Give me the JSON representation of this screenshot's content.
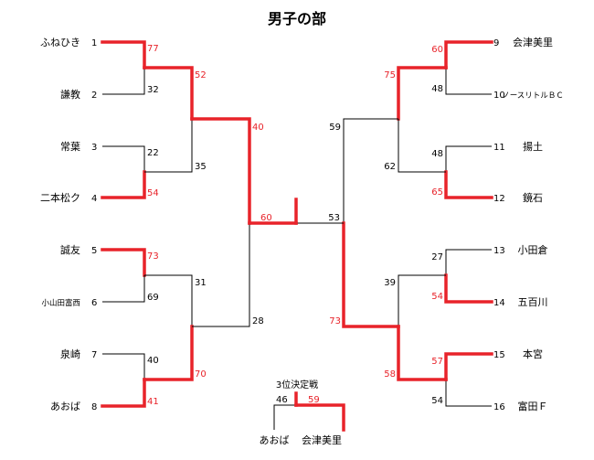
{
  "title": "男子の部",
  "colors": {
    "winner": "#e8232a",
    "loser": "#000000"
  },
  "left_teams": [
    {
      "seed": "1",
      "name": "ふねひき"
    },
    {
      "seed": "2",
      "name": "謙教"
    },
    {
      "seed": "3",
      "name": "常葉"
    },
    {
      "seed": "4",
      "name": "二本松ク"
    },
    {
      "seed": "5",
      "name": "誠友"
    },
    {
      "seed": "6",
      "name": "小山田富西"
    },
    {
      "seed": "7",
      "name": "泉崎"
    },
    {
      "seed": "8",
      "name": "あおば"
    }
  ],
  "right_teams": [
    {
      "seed": "9",
      "name": "会津美里"
    },
    {
      "seed": "10",
      "name": "ノースリトルＢＣ"
    },
    {
      "seed": "11",
      "name": "揚土"
    },
    {
      "seed": "12",
      "name": "鏡石"
    },
    {
      "seed": "13",
      "name": "小田倉"
    },
    {
      "seed": "14",
      "name": "五百川"
    },
    {
      "seed": "15",
      "name": "本宮"
    },
    {
      "seed": "16",
      "name": "富田Ｆ"
    }
  ],
  "scores": {
    "l_r1": [
      "77",
      "32",
      "22",
      "54",
      "73",
      "69",
      "40",
      "41"
    ],
    "l_r2": [
      "52",
      "35",
      "31",
      "70"
    ],
    "l_r3": [
      "40",
      "28"
    ],
    "final_left": "60",
    "final_right": "53",
    "r_r3": [
      "59",
      "73"
    ],
    "r_r2": [
      "75",
      "62",
      "39",
      "58"
    ],
    "r_r1": [
      "60",
      "48",
      "48",
      "65",
      "27",
      "54",
      "57",
      "54"
    ]
  },
  "third_place": {
    "title": "3位決定戦",
    "left_team": "あおば",
    "right_team": "会津美里",
    "left_score": "46",
    "right_score": "59"
  }
}
